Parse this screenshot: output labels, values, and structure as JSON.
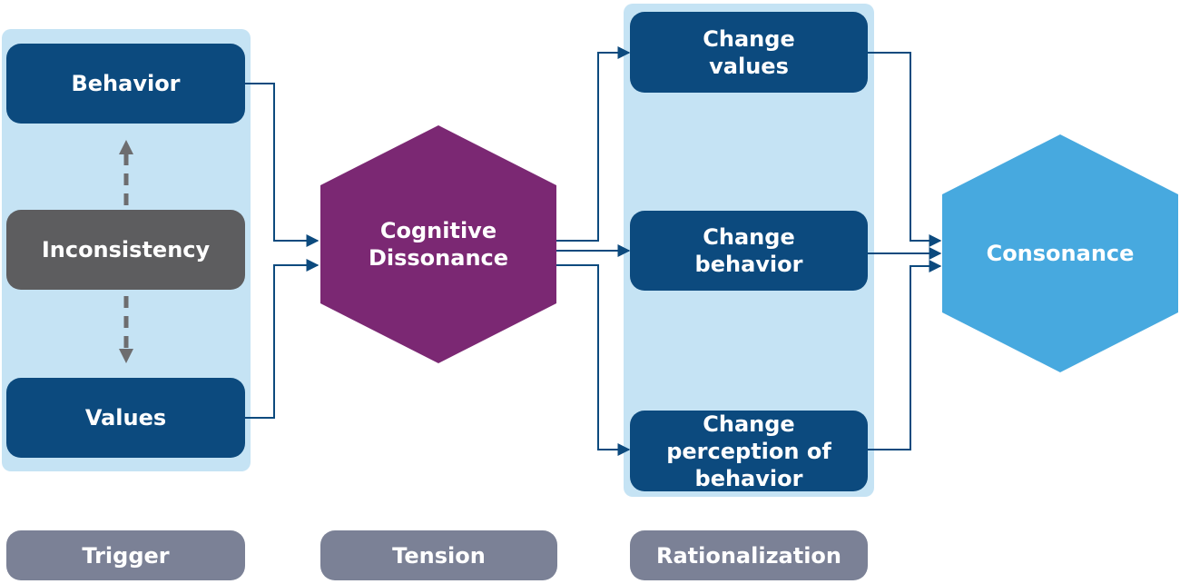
{
  "trigger": {
    "behavior": "Behavior",
    "inconsistency": "Inconsistency",
    "values": "Values"
  },
  "tension": {
    "cognitive_dissonance": "Cognitive\nDissonance"
  },
  "rationalization": {
    "change_values": "Change\nvalues",
    "change_behavior": "Change\nbehavior",
    "change_perception": "Change\nperception of\nbehavior"
  },
  "outcome": {
    "consonance": "Consonance"
  },
  "phases": {
    "trigger": "Trigger",
    "tension": "Tension",
    "rationalization": "Rationalization"
  },
  "colors": {
    "panel": "#c5e3f4",
    "box": "#0c4a7e",
    "inconsistency": "#5d5d5f",
    "dissonance": "#7b2873",
    "consonance": "#47a9df",
    "phase": "#7b8196",
    "arrow": "#0c4a7e",
    "dashed_arrow": "#6d6d6f"
  }
}
